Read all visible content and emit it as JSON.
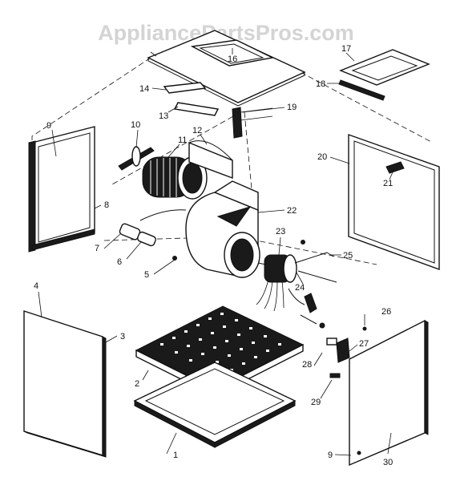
{
  "watermark": "AppliancePartsPros.com",
  "callouts": {
    "c1": "1",
    "c2": "2",
    "c3": "3",
    "c4": "4",
    "c5": "5",
    "c6": "6",
    "c7": "7",
    "c8": "8",
    "c9a": "9",
    "c9b": "9",
    "c10": "10",
    "c11": "11",
    "c12": "12",
    "c13": "13",
    "c14": "14",
    "c16": "16",
    "c17": "17",
    "c18": "18",
    "c19": "19",
    "c20": "20",
    "c21": "21",
    "c22": "22",
    "c23": "23",
    "c24": "24",
    "c25": "25",
    "c26": "26",
    "c27": "27",
    "c28": "28",
    "c29": "29",
    "c30": "30"
  }
}
